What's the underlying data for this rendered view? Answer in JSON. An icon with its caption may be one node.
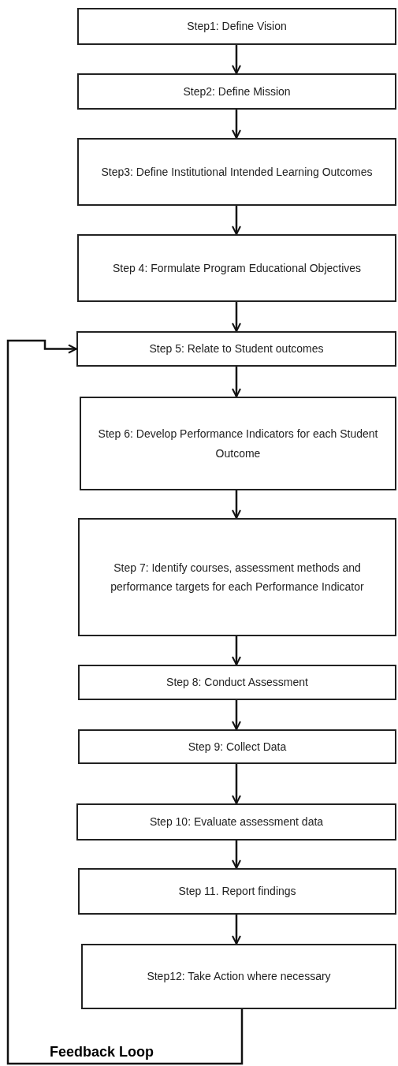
{
  "diagram": {
    "nodes": [
      {
        "text": [
          "Step1: Define Vision"
        ]
      },
      {
        "text": [
          "Step2: Define Mission"
        ]
      },
      {
        "text": [
          "Step3: Define Institutional Intended Learning Outcomes"
        ]
      },
      {
        "text": [
          "Step 4: Formulate Program Educational Objectives"
        ]
      },
      {
        "text": [
          "Step 5: Relate to Student outcomes"
        ]
      },
      {
        "text": [
          "Step 6: Develop Performance Indicators for each Student Outcome"
        ]
      },
      {
        "text": [
          "Step 7: Identify courses, assessment methods and performance targets for each Performance Indicator"
        ]
      },
      {
        "text": [
          "Step 8: Conduct Assessment"
        ]
      },
      {
        "text": [
          "Step 9: Collect Data"
        ]
      },
      {
        "text": [
          "Step 10: Evaluate assessment data"
        ]
      },
      {
        "text": [
          "Step 11. Report findings"
        ]
      },
      {
        "text": [
          "Step12: Take Action where necessary"
        ]
      }
    ],
    "edges": [
      {
        "from": 0,
        "to": 1,
        "arrow": "to"
      },
      {
        "from": 1,
        "to": 2,
        "arrow": "to"
      },
      {
        "from": 2,
        "to": 3,
        "arrow": "to"
      },
      {
        "from": 3,
        "to": 4,
        "arrow": "to"
      },
      {
        "from": 4,
        "to": 5,
        "arrow": "to"
      },
      {
        "from": 5,
        "to": 6,
        "arrow": "to"
      },
      {
        "from": 6,
        "to": 7,
        "arrow": "to"
      },
      {
        "from": 7,
        "to": 8,
        "arrow": "to"
      },
      {
        "from": 8,
        "to": 9,
        "arrow": "to"
      },
      {
        "from": 9,
        "to": 10,
        "arrow": "to"
      },
      {
        "from": 10,
        "to": 11,
        "arrow": "to"
      },
      {
        "from": 11,
        "to": 4,
        "arrow": "to",
        "label": "Feedback Loop"
      }
    ]
  }
}
